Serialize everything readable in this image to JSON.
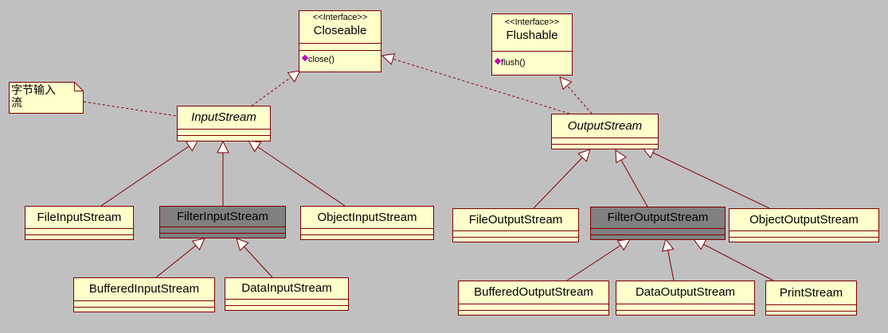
{
  "diagram": {
    "note": {
      "line1": "字节输入",
      "line2": "流"
    },
    "classes": {
      "closeable": {
        "stereotype": "<<Interface>>",
        "name": "Closeable",
        "operation": "close()"
      },
      "flushable": {
        "stereotype": "<<Interface>>",
        "name": "Flushable",
        "operation": "flush()"
      },
      "input_stream": {
        "name": "InputStream"
      },
      "output_stream": {
        "name": "OutputStream"
      },
      "file_input_stream": {
        "name": "FileInputStream"
      },
      "filter_input_stream": {
        "name": "FilterInputStream"
      },
      "object_input_stream": {
        "name": "ObjectInputStream"
      },
      "buffered_input_stream": {
        "name": "BufferedInputStream"
      },
      "data_input_stream": {
        "name": "DataInputStream"
      },
      "file_output_stream": {
        "name": "FileOutputStream"
      },
      "filter_output_stream": {
        "name": "FilterOutputStream"
      },
      "object_output_stream": {
        "name": "ObjectOutputStream"
      },
      "buffered_output_stream": {
        "name": "BufferedOutputStream"
      },
      "data_output_stream": {
        "name": "DataOutputStream"
      },
      "print_stream": {
        "name": "PrintStream"
      }
    },
    "colors": {
      "background": "#c0c0c0",
      "class_fill": "#ffffcc",
      "highlight_fill": "#808080",
      "line": "#800000",
      "operation_marker": "#c000c0"
    }
  }
}
